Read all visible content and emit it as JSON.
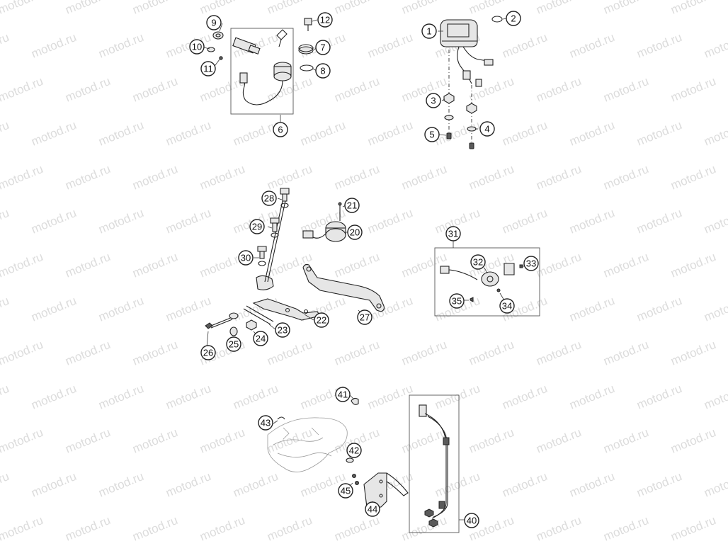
{
  "watermark": "motod.ru",
  "callouts": {
    "c1": "1",
    "c2": "2",
    "c3": "3",
    "c4": "4",
    "c5": "5",
    "c6": "6",
    "c7": "7",
    "c8": "8",
    "c9": "9",
    "c10": "10",
    "c11": "11",
    "c12": "12",
    "c20": "20",
    "c21": "21",
    "c22": "22",
    "c23": "23",
    "c24": "24",
    "c25": "25",
    "c26": "26",
    "c27": "27",
    "c28": "28",
    "c29": "29",
    "c30": "30",
    "c31": "31",
    "c32": "32",
    "c33": "33",
    "c34": "34",
    "c35": "35",
    "c40": "40",
    "c41": "41",
    "c42": "42",
    "c43": "43",
    "c44": "44",
    "c45": "45"
  }
}
